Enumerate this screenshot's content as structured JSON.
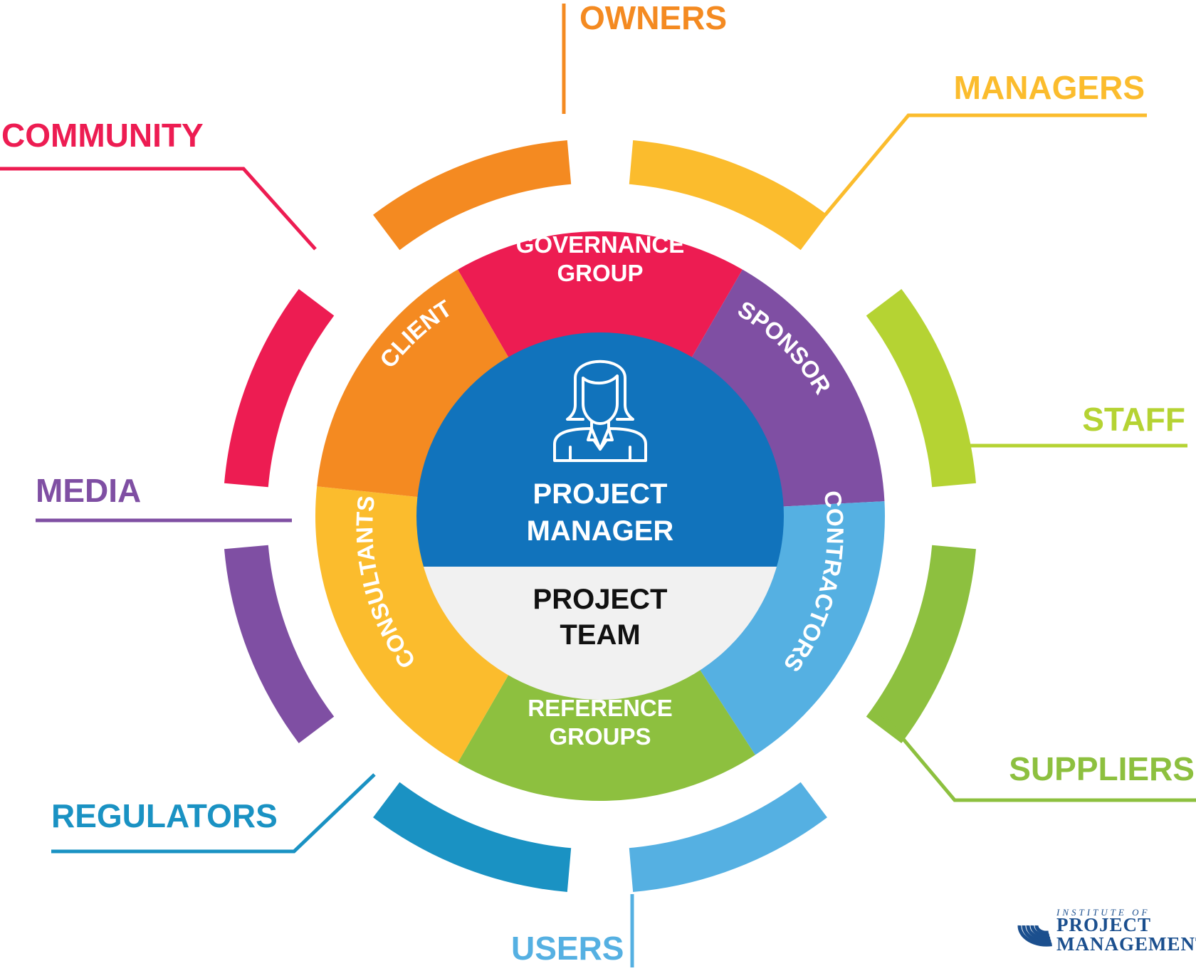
{
  "colors": {
    "community": "#ED1C52",
    "owners": "#F48A21",
    "managers": "#FBBC2D",
    "staff": "#B5D333",
    "suppliers": "#8DC03F",
    "users": "#55B0E2",
    "regulators": "#1A92C3",
    "media": "#7F4FA3",
    "core_blue": "#1173BC",
    "team_gray": "#F1F1F1",
    "text_dark": "#111111",
    "logo_blue": "#1B4F8E"
  },
  "outer_ring": [
    {
      "id": "owners",
      "label": "OWNERS"
    },
    {
      "id": "managers",
      "label": "MANAGERS"
    },
    {
      "id": "staff",
      "label": "STAFF"
    },
    {
      "id": "suppliers",
      "label": "SUPPLIERS"
    },
    {
      "id": "users",
      "label": "USERS"
    },
    {
      "id": "regulators",
      "label": "REGULATORS"
    },
    {
      "id": "media",
      "label": "MEDIA"
    },
    {
      "id": "community",
      "label": "COMMUNITY"
    }
  ],
  "inner_ring": [
    {
      "id": "governance",
      "lines": [
        "GOVERNANCE",
        "GROUP"
      ],
      "color": "#ED1C52"
    },
    {
      "id": "sponsor",
      "lines": [
        "SPONSOR"
      ],
      "color": "#7F4FA3"
    },
    {
      "id": "contractors",
      "lines": [
        "CONTRACTORS"
      ],
      "color": "#55B0E2"
    },
    {
      "id": "reference",
      "lines": [
        "REFERENCE",
        "GROUPS"
      ],
      "color": "#8DC03F"
    },
    {
      "id": "consultants",
      "lines": [
        "CONSULTANTS"
      ],
      "color": "#FBBC2D"
    },
    {
      "id": "client",
      "lines": [
        "CLIENT"
      ],
      "color": "#F48A21"
    }
  ],
  "core": {
    "manager_line1": "PROJECT",
    "manager_line2": "MANAGER",
    "team_line1": "PROJECT",
    "team_line2": "TEAM",
    "icon": "person-icon"
  },
  "logo": {
    "line1": "INSTITUTE OF",
    "line2": "PROJECT",
    "line3": "MANAGEMENT"
  }
}
